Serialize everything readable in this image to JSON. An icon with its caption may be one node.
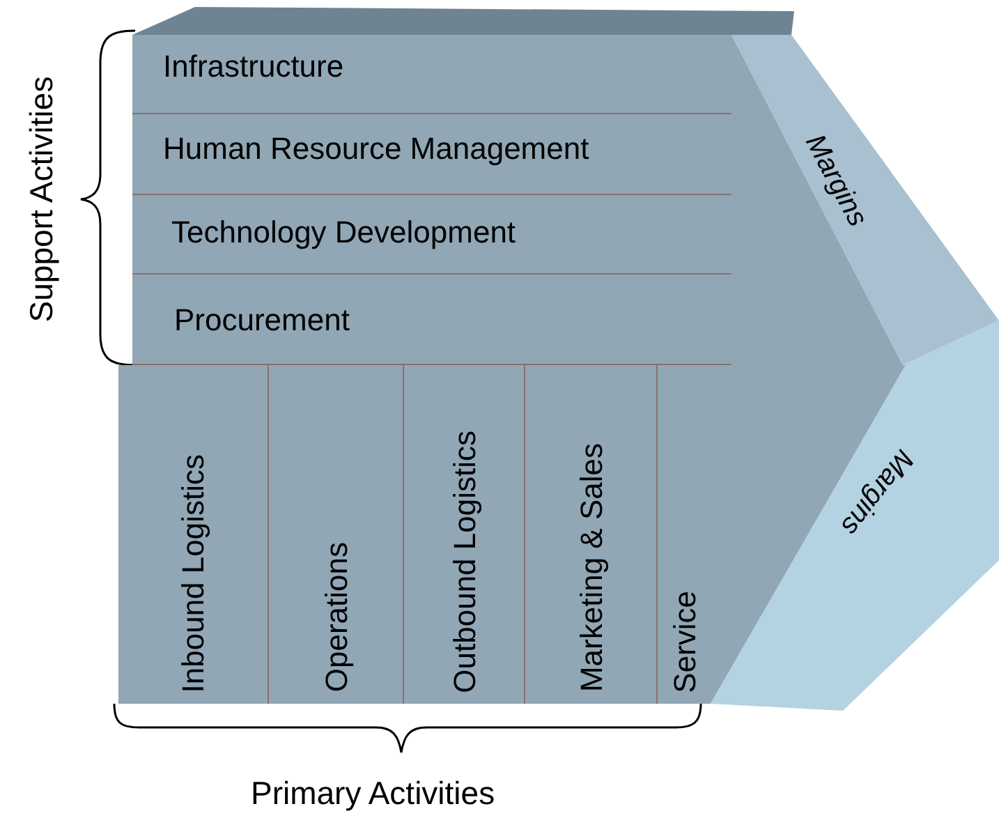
{
  "diagram": {
    "nodes": [
      {
        "text": [
          "Infrastructure"
        ]
      },
      {
        "text": [
          "Human Resource Management"
        ]
      },
      {
        "text": [
          "Technology Development"
        ]
      },
      {
        "text": [
          "Procurement"
        ]
      },
      {
        "text": [
          "Inbound Logistics"
        ]
      },
      {
        "text": [
          "Operations"
        ]
      },
      {
        "text": [
          "Outbound Logistics"
        ]
      },
      {
        "text": [
          "Marketing & Sales"
        ]
      },
      {
        "text": [
          "Service"
        ]
      },
      {
        "text": [
          "Margins"
        ]
      },
      {
        "text": [
          "Margins"
        ]
      }
    ],
    "edges": [],
    "labels": [
      "Support Activities",
      "Primary Activities"
    ]
  }
}
